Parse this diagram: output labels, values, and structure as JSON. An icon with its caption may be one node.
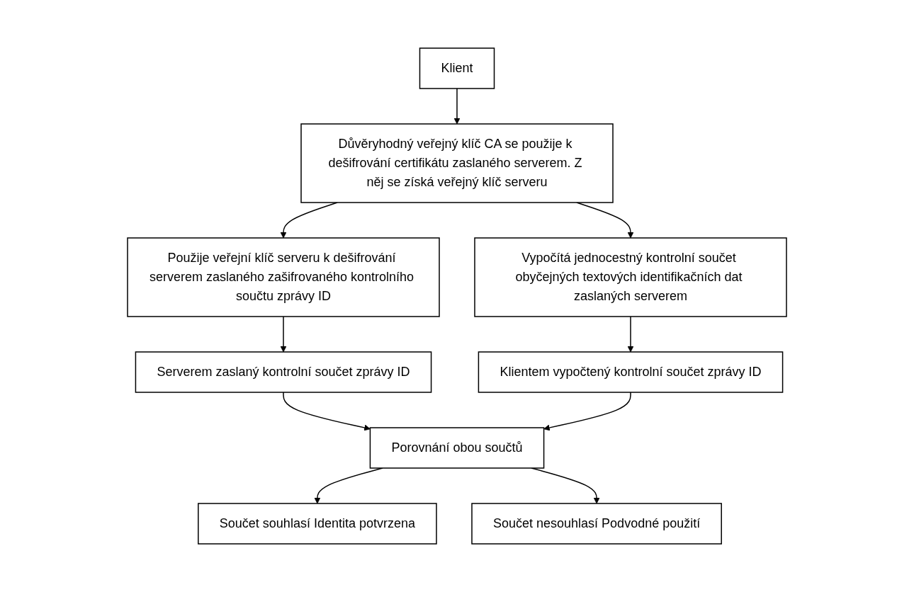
{
  "diagram": {
    "nodes": [
      {
        "text": [
          "Klient"
        ]
      },
      {
        "text": [
          "Důvěryhodný veřejný klíč CA se použije k dešifrování certifikátu zaslaného serverem. Z něj se získá veřejný klíč serveru"
        ]
      },
      {
        "text": [
          "Použije veřejní klíč serveru k dešifrování serverem zaslaného zašifrovaného kontrolního součtu zprávy ID"
        ]
      },
      {
        "text": [
          "Vypočítá jednocestný kontrolní součet obyčejných textových identifikačních dat zaslaných serverem"
        ]
      },
      {
        "text": [
          "Serverem zaslaný kontrolní součet zprávy ID"
        ]
      },
      {
        "text": [
          "Klientem vypočtený kontrolní součet zprávy ID"
        ]
      },
      {
        "text": [
          "Porovnání obou součtů"
        ]
      },
      {
        "text": [
          "Součet souhlasí Identita potvrzena"
        ]
      },
      {
        "text": [
          "Součet nesouhlasí Podvodné použití"
        ]
      }
    ],
    "edges": [
      {
        "from": 0,
        "to": 1,
        "arrow": "to"
      },
      {
        "from": 1,
        "to": 2,
        "arrow": "to"
      },
      {
        "from": 1,
        "to": 3,
        "arrow": "to"
      },
      {
        "from": 2,
        "to": 4,
        "arrow": "to"
      },
      {
        "from": 3,
        "to": 5,
        "arrow": "to"
      },
      {
        "from": 4,
        "to": 6,
        "arrow": "to"
      },
      {
        "from": 5,
        "to": 6,
        "arrow": "to"
      },
      {
        "from": 6,
        "to": 7,
        "arrow": "to"
      },
      {
        "from": 6,
        "to": 8,
        "arrow": "to"
      }
    ]
  }
}
